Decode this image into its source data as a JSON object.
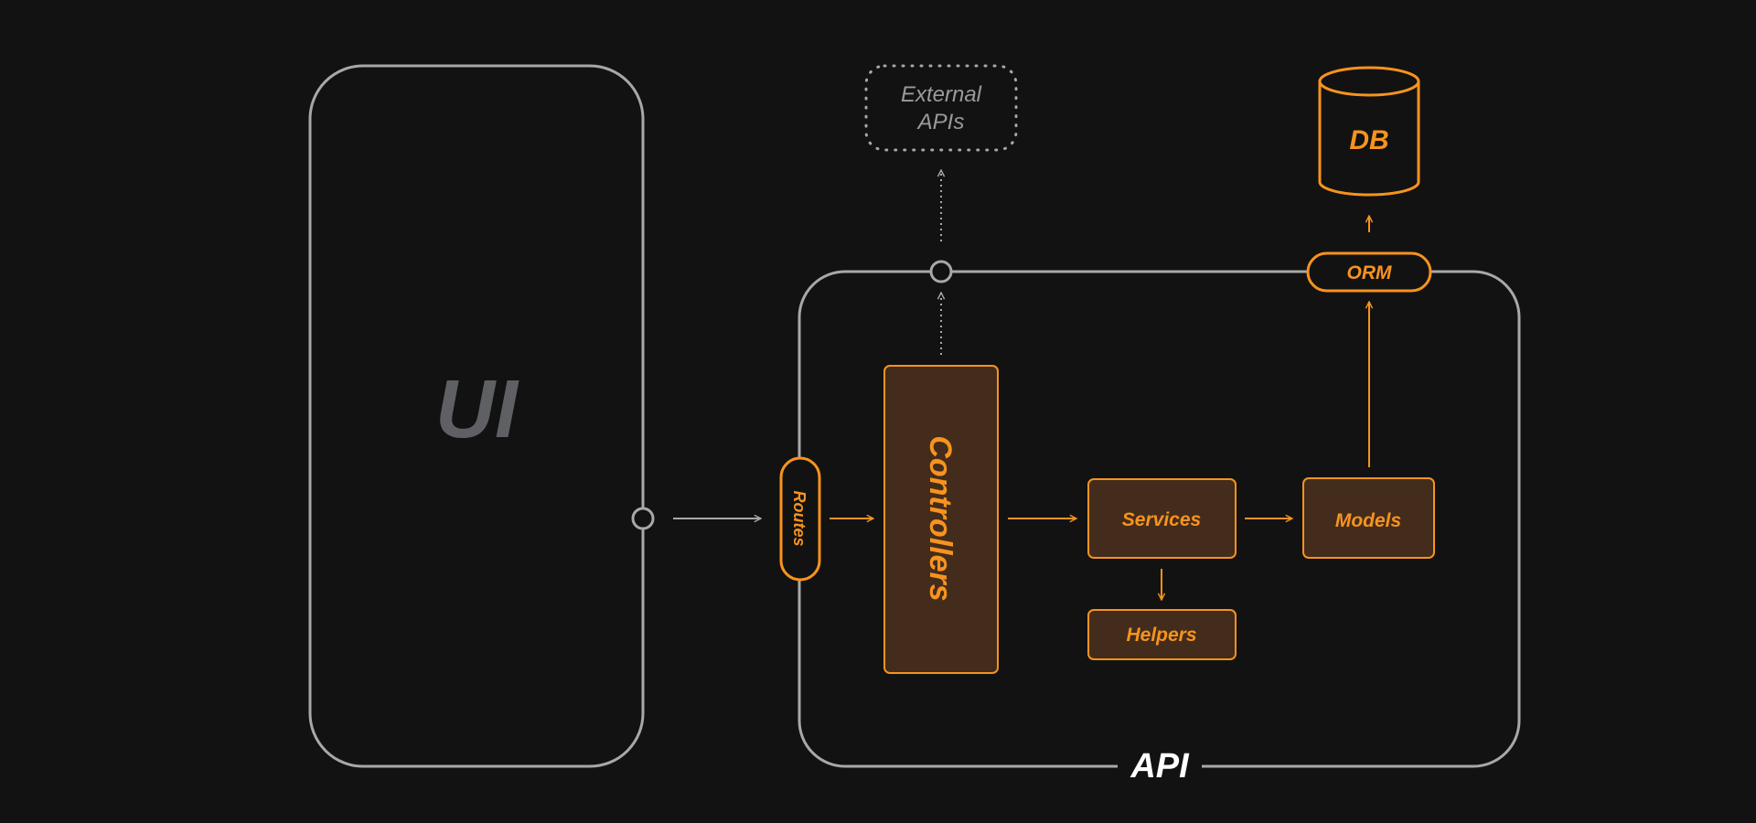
{
  "colors": {
    "background": "#121212",
    "frame": "#a8a8a8",
    "accent": "#f7931e",
    "box_fill": "#432c1b",
    "ui_text": "#5e6064",
    "api_text": "#ffffff",
    "external_text": "#9a9a9a"
  },
  "ui_panel": {
    "label": "UI"
  },
  "api_panel": {
    "label": "API"
  },
  "external": {
    "label_line1": "External",
    "label_line2": "APIs"
  },
  "db": {
    "label": "DB",
    "icon": "database-cylinder-icon"
  },
  "orm": {
    "label": "ORM"
  },
  "routes": {
    "label": "Routes"
  },
  "controllers": {
    "label": "Controllers"
  },
  "services": {
    "label": "Services"
  },
  "models": {
    "label": "Models"
  },
  "helpers": {
    "label": "Helpers"
  }
}
